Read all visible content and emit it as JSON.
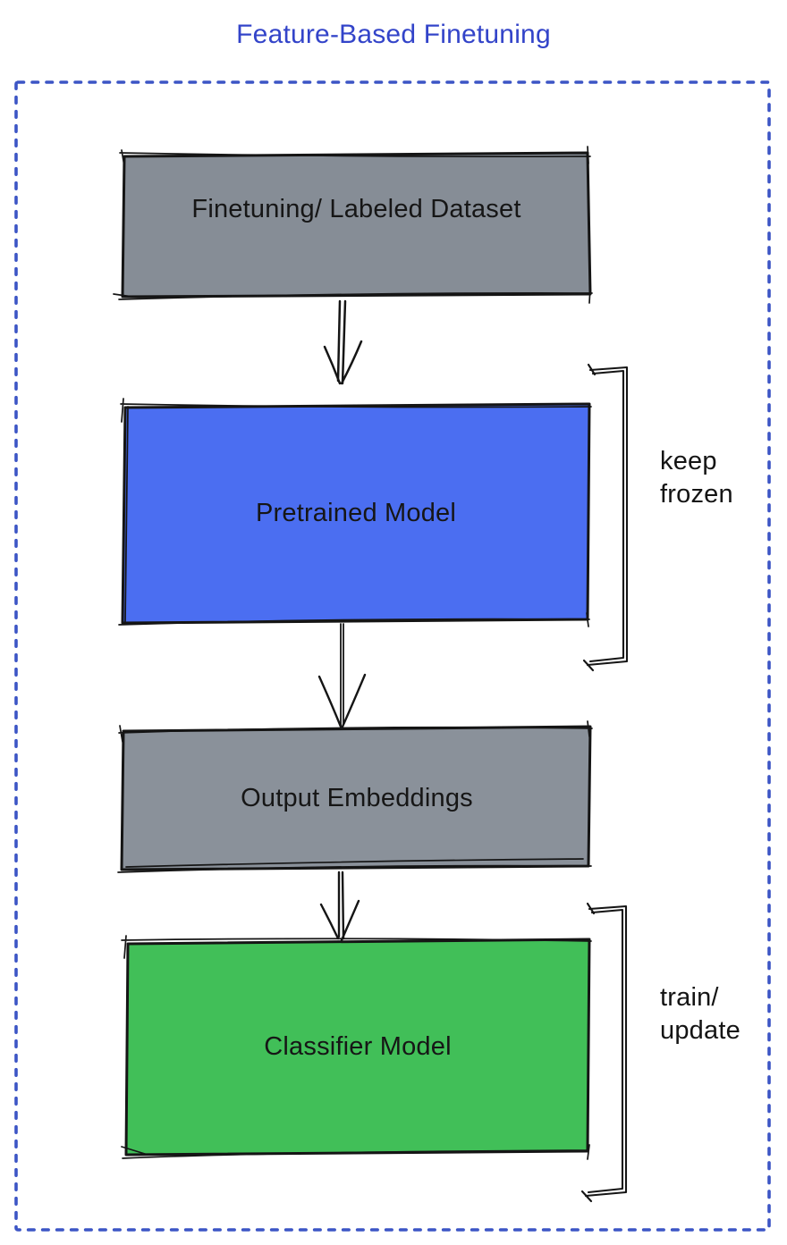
{
  "title": {
    "text": "Feature-Based Finetuning",
    "color": "#3344c9"
  },
  "canvas": {
    "background": "#ffffff",
    "dashed_border_color": "#3c55c5",
    "stroke_color": "#151515",
    "text_color": "#161616"
  },
  "nodes": [
    {
      "id": "finetuning-dataset",
      "label": "Finetuning/ Labeled Dataset",
      "fill": "#868d96"
    },
    {
      "id": "pretrained-model",
      "label": "Pretrained Model",
      "fill": "#4b6ef1"
    },
    {
      "id": "output-embeddings",
      "label": "Output Embeddings",
      "fill": "#8a919a"
    },
    {
      "id": "classifier-model",
      "label": "Classifier Model",
      "fill": "#41bf58"
    }
  ],
  "annotations": [
    {
      "id": "keep-frozen",
      "text": "keep\nfrozen"
    },
    {
      "id": "train-update",
      "text": "train/\nupdate"
    }
  ]
}
